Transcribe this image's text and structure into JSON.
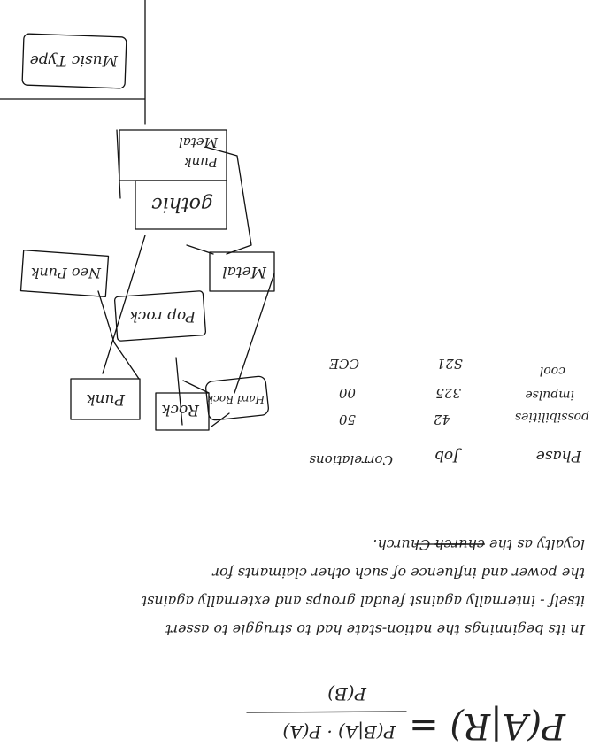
{
  "diagram": {
    "box_music_type": "Music Type",
    "box_punk_metal_line1": "Punk",
    "box_punk_metal_line2": "Metal",
    "box_gothic": "gothic",
    "box_neo_punk": "Neo Punk",
    "box_metal": "Metal",
    "box_pop_rock": "Pop rock",
    "box_punk": "Punk",
    "box_hard_rock": "Hard Rock",
    "box_rock": "Rock"
  },
  "table": {
    "col_phase": "Phase",
    "col_job": "Job",
    "col_correlations": "Correlations",
    "row1": [
      "possibilities",
      "42",
      "50"
    ],
    "row2": [
      "impulse",
      "325",
      "00"
    ],
    "row3": [
      "cool",
      "S21",
      "CCE"
    ]
  },
  "paragraph": {
    "line1": "In its beginnings the nation-state had to struggle to assert",
    "line2": "itself - internally against feudal groups and externally against",
    "line3": "the power and influence of such other claimants for",
    "line4_a": "loyalty as the",
    "line4_strike": "church",
    "line4_b": "Church."
  },
  "formula": {
    "lhs": "P(A|R) =",
    "numerator": "P(B|A) · P(A)",
    "denominator": "P(B)"
  }
}
